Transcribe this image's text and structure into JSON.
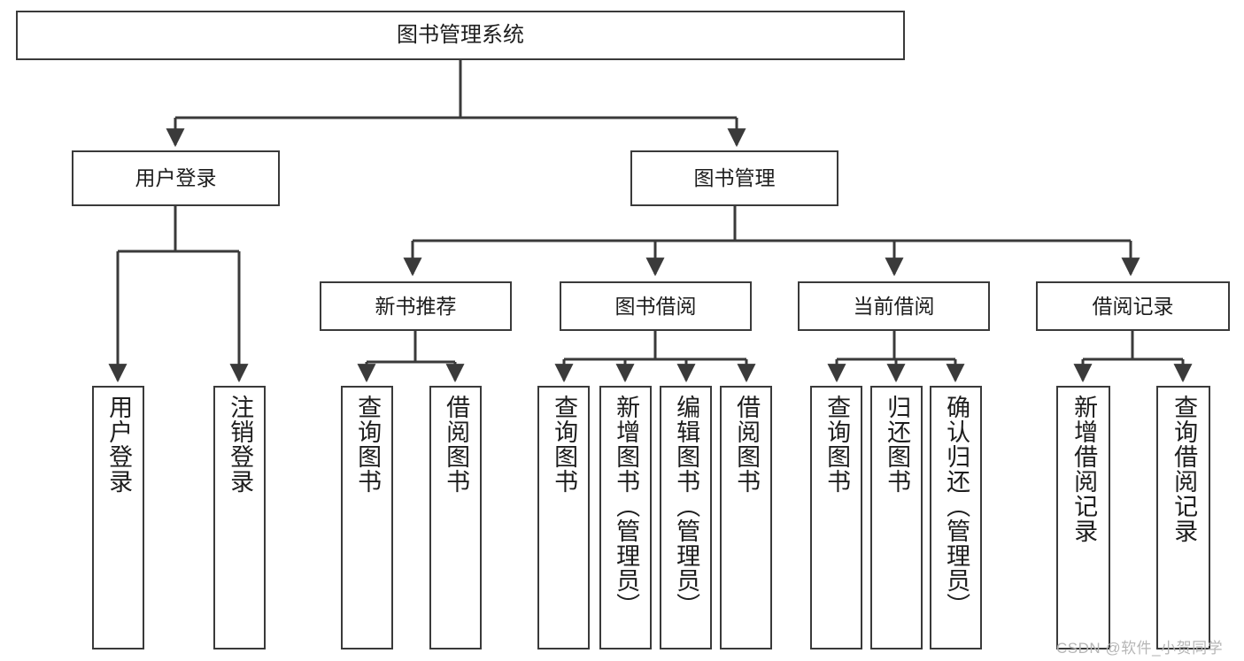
{
  "diagram": {
    "title": "图书管理系统",
    "type": "hierarchy-tree",
    "line_color": "#3a3a3a",
    "box_fill": "#ffffff",
    "background": "#ffffff",
    "levels": {
      "root": [
        "图书管理系统"
      ],
      "level2": [
        "用户登录",
        "图书管理"
      ],
      "level3": [
        "新书推荐",
        "图书借阅",
        "当前借阅",
        "借阅记录"
      ],
      "leaves": [
        "用户登录",
        "注销登录",
        "查询图书",
        "借阅图书",
        "查询图书",
        "新增图书（管理员）",
        "编辑图书（管理员）",
        "借阅图书",
        "查询图书",
        "归还图书",
        "确认归还（管理员）",
        "新增借阅记录",
        "查询借阅记录"
      ]
    }
  },
  "nodes": {
    "root": {
      "label": "图书管理系统"
    },
    "user_login": {
      "label": "用户登录"
    },
    "book_manage": {
      "label": "图书管理"
    },
    "new_book_rec": {
      "label": "新书推荐"
    },
    "book_borrow": {
      "label": "图书借阅"
    },
    "current_borrow": {
      "label": "当前借阅"
    },
    "borrow_record": {
      "label": "借阅记录"
    },
    "leaf_user_login": {
      "label": "用户登录"
    },
    "leaf_logout": {
      "label": "注销登录"
    },
    "leaf_query_book_1": {
      "label": "查询图书"
    },
    "leaf_borrow_book_1": {
      "label": "借阅图书"
    },
    "leaf_query_book_2": {
      "label": "查询图书"
    },
    "leaf_add_book": {
      "label": "新增图书（管理员）"
    },
    "leaf_edit_book": {
      "label": "编辑图书（管理员）"
    },
    "leaf_borrow_book_2": {
      "label": "借阅图书"
    },
    "leaf_query_book_3": {
      "label": "查询图书"
    },
    "leaf_return_book": {
      "label": "归还图书"
    },
    "leaf_confirm_return": {
      "label": "确认归还（管理员）"
    },
    "leaf_add_record": {
      "label": "新增借阅记录"
    },
    "leaf_query_record": {
      "label": "查询借阅记录"
    }
  },
  "watermark": {
    "text": "CSDN @软件_小贺同学"
  }
}
